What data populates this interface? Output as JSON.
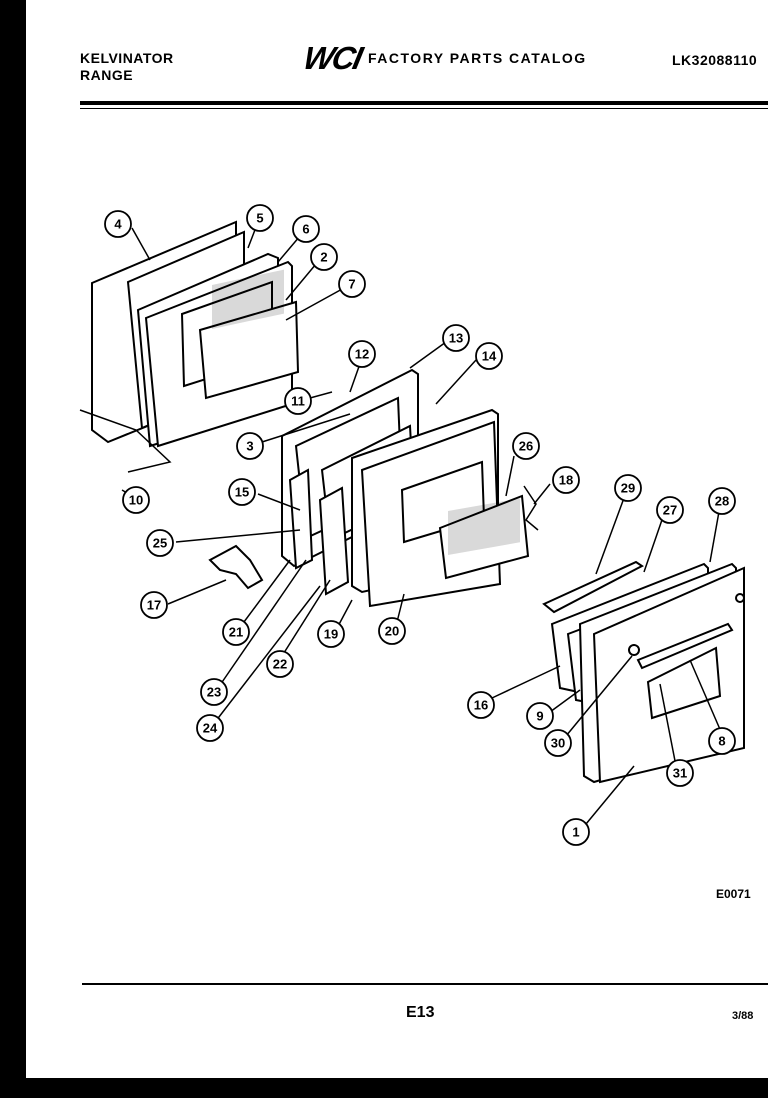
{
  "header": {
    "brand_line1": "KELVINATOR",
    "brand_line2": "RANGE",
    "logo": "WCI",
    "catalog_title": "FACTORY PARTS CATALOG",
    "model_number": "LK32088110"
  },
  "diagram": {
    "code": "E0071",
    "callouts": [
      "1",
      "2",
      "3",
      "4",
      "5",
      "6",
      "7",
      "8",
      "9",
      "10",
      "11",
      "12",
      "13",
      "14",
      "15",
      "16",
      "17",
      "18",
      "19",
      "20",
      "21",
      "22",
      "23",
      "24",
      "25",
      "26",
      "27",
      "28",
      "29",
      "30",
      "31"
    ]
  },
  "footer": {
    "page_number": "E13",
    "date_code": "3/88"
  }
}
